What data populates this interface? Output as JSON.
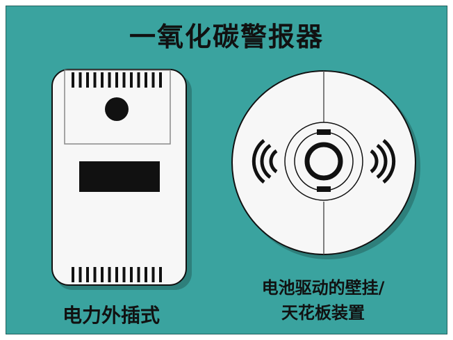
{
  "title": "一氧化碳警报器",
  "devices": {
    "plugin": {
      "label": "电力外插式"
    },
    "ceiling": {
      "label_line1": "电池驱动的壁挂/",
      "label_line2": "天花板装置"
    }
  },
  "colors": {
    "background": "#3aa39f",
    "device_fill": "#f7f7f7",
    "device_stroke": "#111111",
    "shadow": "#2a6f6c"
  }
}
